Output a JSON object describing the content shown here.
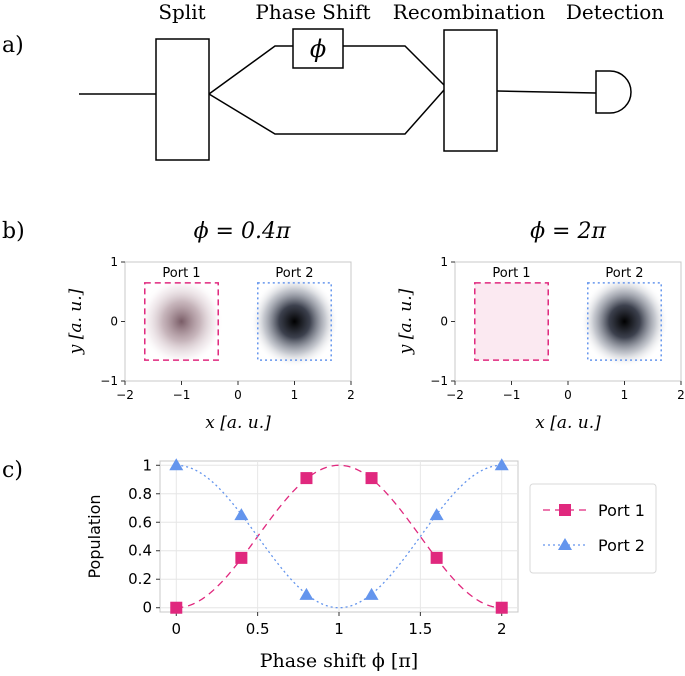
{
  "panel_labels": {
    "a": "a)",
    "b": "b)",
    "c": "c)"
  },
  "diagram": {
    "labels": {
      "split": "Split",
      "phase_shift": "Phase Shift",
      "recombination": "Recombination",
      "detection": "Detection"
    },
    "phase_symbol": "ϕ"
  },
  "maps": {
    "port1_label": "Port 1",
    "port2_label": "Port 2",
    "titles": [
      "ϕ = 0.4π",
      "ϕ = 2π"
    ],
    "xlabel": "x [a. u.]",
    "ylabel": "y [a. u.]",
    "xticks": [
      "−2",
      "−1",
      "0",
      "1",
      "2"
    ],
    "yticks": [
      "1",
      "0",
      "−1"
    ],
    "colors": {
      "port1": "#e0287e",
      "port2": "#6495ed"
    }
  },
  "chart_data": {
    "type": "line",
    "xlabel": "Phase shift ϕ [π]",
    "ylabel": "Population",
    "xlim": [
      -0.1,
      2.1
    ],
    "ylim": [
      -0.03,
      1.03
    ],
    "xticks": [
      0,
      0.5,
      1,
      1.5,
      2
    ],
    "xtick_labels": [
      "0",
      "0.5",
      "1",
      "1.5",
      "2"
    ],
    "yticks": [
      0,
      0.2,
      0.4,
      0.6,
      0.8,
      1
    ],
    "ytick_labels": [
      "0",
      "0.2",
      "0.4",
      "0.6",
      "0.8",
      "1"
    ],
    "grid": true,
    "legend": "right",
    "series": [
      {
        "name": "Port 1",
        "color": "#e0287e",
        "marker": "square",
        "line": "dashed",
        "x": [
          0,
          0.4,
          0.8,
          1.2,
          1.6,
          2.0
        ],
        "y": [
          0,
          0.35,
          0.91,
          0.91,
          0.35,
          0
        ]
      },
      {
        "name": "Port 2",
        "color": "#6495ed",
        "marker": "triangle",
        "line": "dotted",
        "x": [
          0,
          0.4,
          0.8,
          1.2,
          1.6,
          2.0
        ],
        "y": [
          1.0,
          0.65,
          0.09,
          0.09,
          0.65,
          1.0
        ]
      }
    ]
  }
}
